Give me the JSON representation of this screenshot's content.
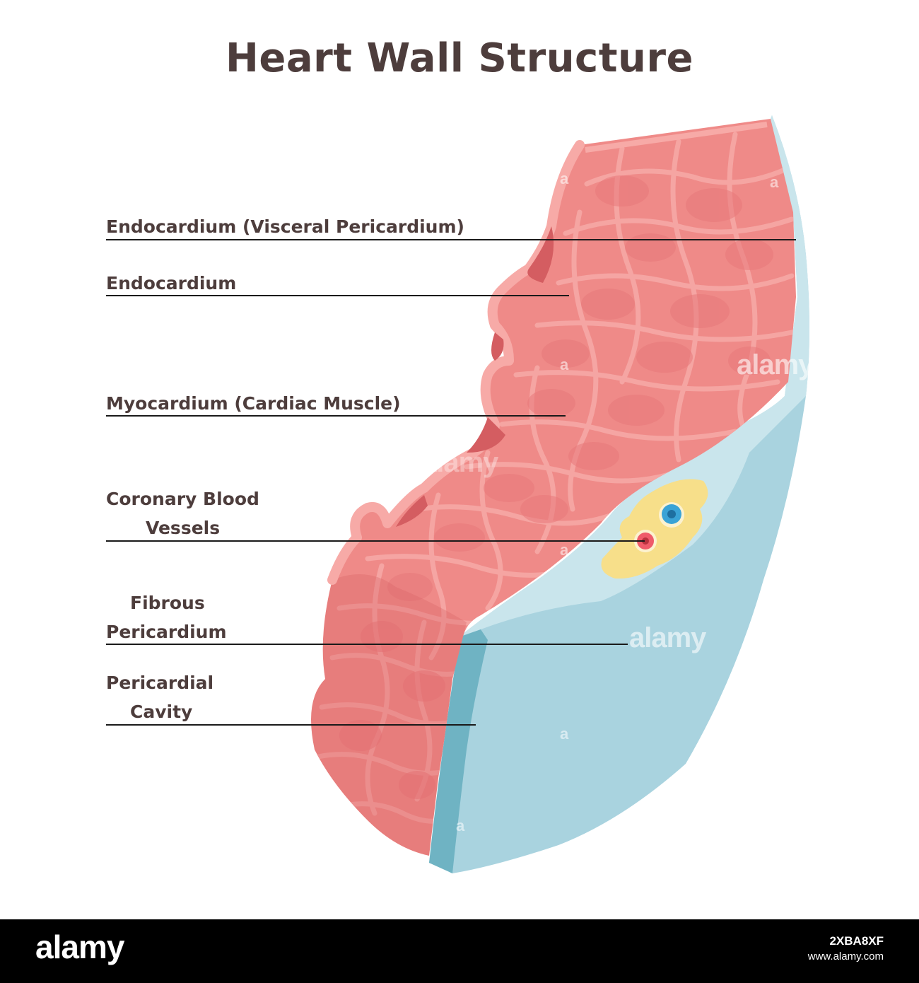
{
  "title": "Heart Wall Structure",
  "labels": [
    {
      "id": "endocardium-visceral",
      "lines": [
        "Endocardium (Visceral Pericardium)"
      ]
    },
    {
      "id": "endocardium",
      "lines": [
        "Endocardium"
      ]
    },
    {
      "id": "myocardium",
      "lines": [
        "Myocardium (Cardiac Muscle)"
      ]
    },
    {
      "id": "coronary-vessels",
      "lines": [
        "Coronary Blood",
        "Vessels"
      ]
    },
    {
      "id": "fibrous-pericardium",
      "lines": [
        "Fibrous",
        "Pericardium"
      ]
    },
    {
      "id": "pericardial-cavity",
      "lines": [
        "Pericardial",
        "Cavity"
      ]
    }
  ],
  "watermark": {
    "text": "alamy",
    "glyph": "a"
  },
  "footer": {
    "logo": "alamy",
    "image_id": "2XBA8XF",
    "site": "www.alamy.com"
  },
  "colors": {
    "muscle": "#ef8a88",
    "muscle_dark": "#d45d61",
    "endocardium": "#f7aaa7",
    "pericardium": "#a9d3df",
    "pericardium_light": "#c9e5ec",
    "pericardium_edge": "#6fb3c3",
    "fat": "#f7df8a",
    "artery": "#ef5b6a",
    "vein": "#3aa3d6",
    "text": "#4d3d3c"
  }
}
